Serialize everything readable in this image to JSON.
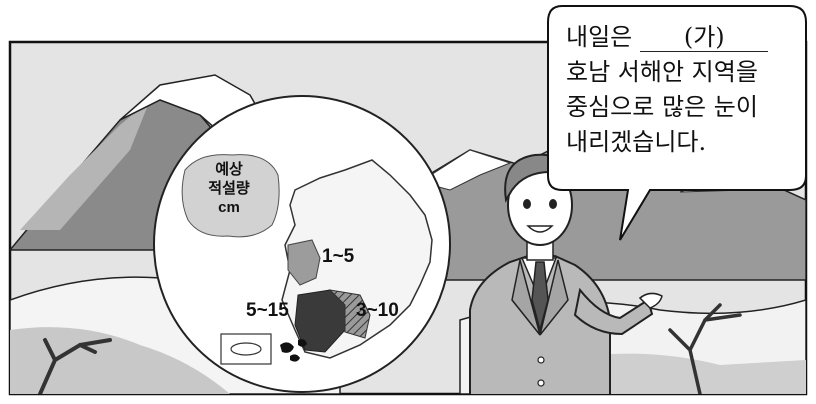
{
  "legend": {
    "line1": "예상",
    "line2": "적설량",
    "line3": "cm"
  },
  "regions": [
    {
      "label": "1~5"
    },
    {
      "label": "5~15"
    },
    {
      "label": "3~10"
    }
  ],
  "speech": {
    "line1_prefix": "내일은",
    "blank_label": "(가)",
    "line2": "호남 서해안 지역을",
    "line3": "중심으로 많은 눈이",
    "line4": "내리겠습니다."
  },
  "colors": {
    "ink": "#111111",
    "snow": "#ffffff",
    "mountain": "#8f8f8f",
    "sky": "#e2e2e2"
  }
}
